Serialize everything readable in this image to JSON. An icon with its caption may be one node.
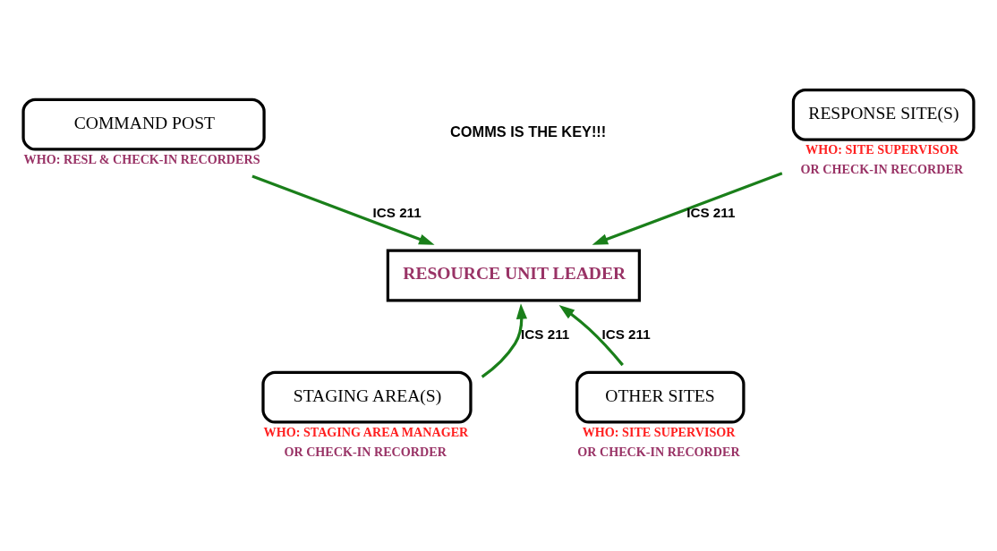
{
  "diagram": {
    "nodes": [
      {
        "text": [
          "COMMAND POST"
        ],
        "beside": [
          "WHO: RESL & CHECK-IN RECORDERS"
        ]
      },
      {
        "text": [
          "RESPONSE SITE(S)"
        ],
        "beside": [
          "WHO: SITE SUPERVISOR",
          "OR CHECK-IN RECORDER"
        ]
      },
      {
        "text": [
          "RESOURCE UNIT LEADER"
        ]
      },
      {
        "text": [
          "STAGING AREA(S)"
        ],
        "beside": [
          "WHO: STAGING AREA MANAGER",
          "OR CHECK-IN RECORDER"
        ]
      },
      {
        "text": [
          "OTHER SITES"
        ],
        "beside": [
          "WHO: SITE SUPERVISOR",
          "OR CHECK-IN RECORDER"
        ]
      }
    ],
    "edges": [
      {
        "from": 0,
        "to": 2,
        "arrow": "to",
        "label": "ICS 211"
      },
      {
        "from": 1,
        "to": 2,
        "arrow": "to",
        "label": "ICS 211"
      },
      {
        "from": 3,
        "to": 2,
        "arrow": "to",
        "label": "ICS 211"
      },
      {
        "from": 4,
        "to": 2,
        "arrow": "to",
        "label": "ICS 211"
      }
    ],
    "labels": [
      "COMMS IS THE KEY!!!"
    ]
  }
}
